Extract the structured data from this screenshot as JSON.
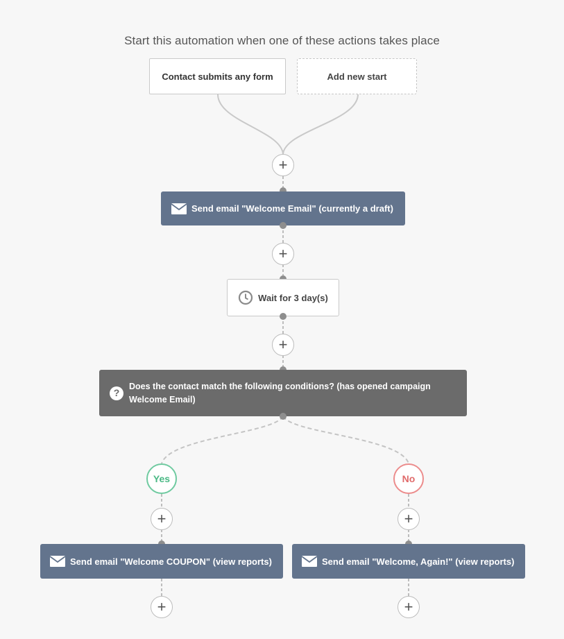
{
  "header": {
    "title": "Start this automation when one of these actions takes place"
  },
  "triggers": [
    {
      "label": "Contact submits any form"
    },
    {
      "label": "Add new start"
    }
  ],
  "steps": {
    "send_welcome": {
      "label": "Send email \"Welcome Email\" (currently a draft)",
      "icon": "envelope-icon"
    },
    "wait": {
      "label": "Wait for 3 day(s)",
      "icon": "clock-icon"
    },
    "condition": {
      "label": "Does the contact match the following conditions? (has opened campaign Welcome Email)",
      "icon": "question-icon",
      "icon_glyph": "?"
    }
  },
  "branches": {
    "yes": {
      "label": "Yes",
      "action": {
        "label": "Send email \"Welcome COUPON\" (view reports)",
        "icon": "envelope-icon"
      }
    },
    "no": {
      "label": "No",
      "action": {
        "label": "Send email \"Welcome, Again!\" (view reports)",
        "icon": "envelope-icon"
      }
    }
  },
  "add_step_glyph": "+",
  "colors": {
    "action_bg": "#63748d",
    "condition_bg": "#6b6b6b",
    "yes": "#4ab985",
    "no": "#e06a6a",
    "connector": "#c2c2c2",
    "background": "#f7f7f7"
  }
}
